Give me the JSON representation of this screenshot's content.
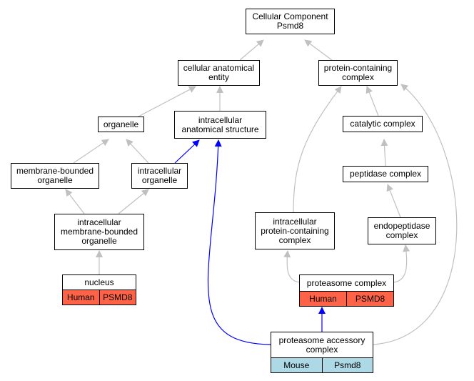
{
  "nodes": {
    "cellular_component": {
      "lines": [
        "Cellular Component",
        "Psmd8"
      ]
    },
    "cellular_anatomical_entity": {
      "lines": [
        "cellular anatomical",
        "entity"
      ]
    },
    "protein_containing_complex": {
      "lines": [
        "protein-containing",
        "complex"
      ]
    },
    "organelle": {
      "lines": [
        "organelle"
      ]
    },
    "intracellular_anatomical_structure": {
      "lines": [
        "intracellular",
        "anatomical structure"
      ]
    },
    "catalytic_complex": {
      "lines": [
        "catalytic complex"
      ]
    },
    "membrane_bounded_organelle": {
      "lines": [
        "membrane-bounded",
        "organelle"
      ]
    },
    "intracellular_organelle": {
      "lines": [
        "intracellular",
        "organelle"
      ]
    },
    "peptidase_complex": {
      "lines": [
        "peptidase complex"
      ]
    },
    "intracellular_membrane_bounded_organelle": {
      "lines": [
        "intracellular",
        "membrane-bounded",
        "organelle"
      ]
    },
    "intracellular_protein_containing_complex": {
      "lines": [
        "intracellular",
        "protein-containing",
        "complex"
      ]
    },
    "endopeptidase_complex": {
      "lines": [
        "endopeptidase",
        "complex"
      ]
    }
  },
  "gene_nodes": {
    "nucleus": {
      "title": [
        "nucleus"
      ],
      "species": "Human",
      "gene": "PSMD8",
      "color": "#ff6347"
    },
    "proteasome_complex": {
      "title": [
        "proteasome complex"
      ],
      "species": "Human",
      "gene": "PSMD8",
      "color": "#ff6347"
    },
    "proteasome_accessory_complex": {
      "title": [
        "proteasome accessory",
        "complex"
      ],
      "species": "Mouse",
      "gene": "Psmd8",
      "color": "#add8e6"
    }
  },
  "edge_colors": {
    "default": "#c0c0c0",
    "highlight": "#0000ff"
  }
}
